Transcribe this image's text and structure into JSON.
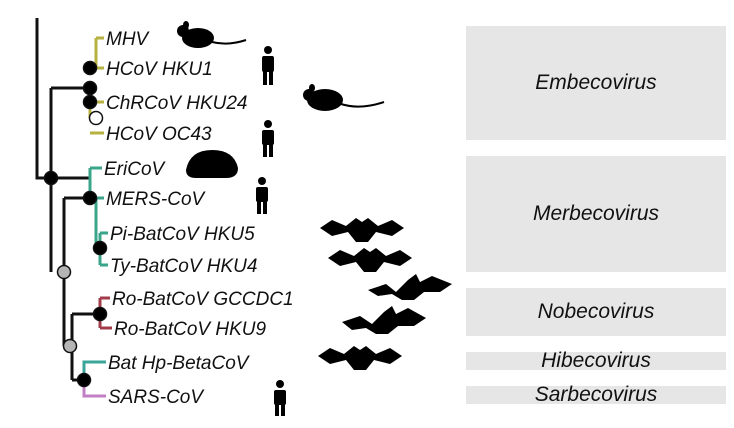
{
  "taxa": [
    {
      "label": "MHV",
      "icon": "mouse-icon"
    },
    {
      "label": "HCoV HKU1",
      "icon": "human-icon"
    },
    {
      "label": "ChRCoV HKU24",
      "icon": "rat-icon"
    },
    {
      "label": "HCoV OC43",
      "icon": "human-icon"
    },
    {
      "label": "EriCoV",
      "icon": "hedgehog-icon"
    },
    {
      "label": "MERS-CoV",
      "icon": "human-icon"
    },
    {
      "label": "Pi-BatCoV HKU5",
      "icon": "bat-icon"
    },
    {
      "label": "Ty-BatCoV HKU4",
      "icon": "bat-icon"
    },
    {
      "label": "Ro-BatCoV GCCDC1",
      "icon": "bat-icon"
    },
    {
      "label": "Ro-BatCoV HKU9",
      "icon": "bat-icon"
    },
    {
      "label": "Bat Hp-BetaCoV",
      "icon": "bat-icon"
    },
    {
      "label": "SARS-CoV",
      "icon": "human-icon"
    }
  ],
  "subgenera": [
    {
      "label": "Embecovirus"
    },
    {
      "label": "Merbecovirus"
    },
    {
      "label": "Nobecovirus"
    },
    {
      "label": "Hibecovirus"
    },
    {
      "label": "Sarbecovirus"
    }
  ],
  "colors": {
    "embecovirus_branch": "#b6b23f",
    "merbecovirus_branch": "#3aa58a",
    "nobecovirus_branch": "#a23b4a",
    "hibecovirus_branch": "#3aa59a",
    "sarbecovirus_branch": "#c37fc4",
    "tree_branch": "#111111",
    "node_filled": "#000000",
    "node_grey": "#b5b5b5",
    "node_open": "#ffffff",
    "box_fill": "#e6e6e6"
  }
}
